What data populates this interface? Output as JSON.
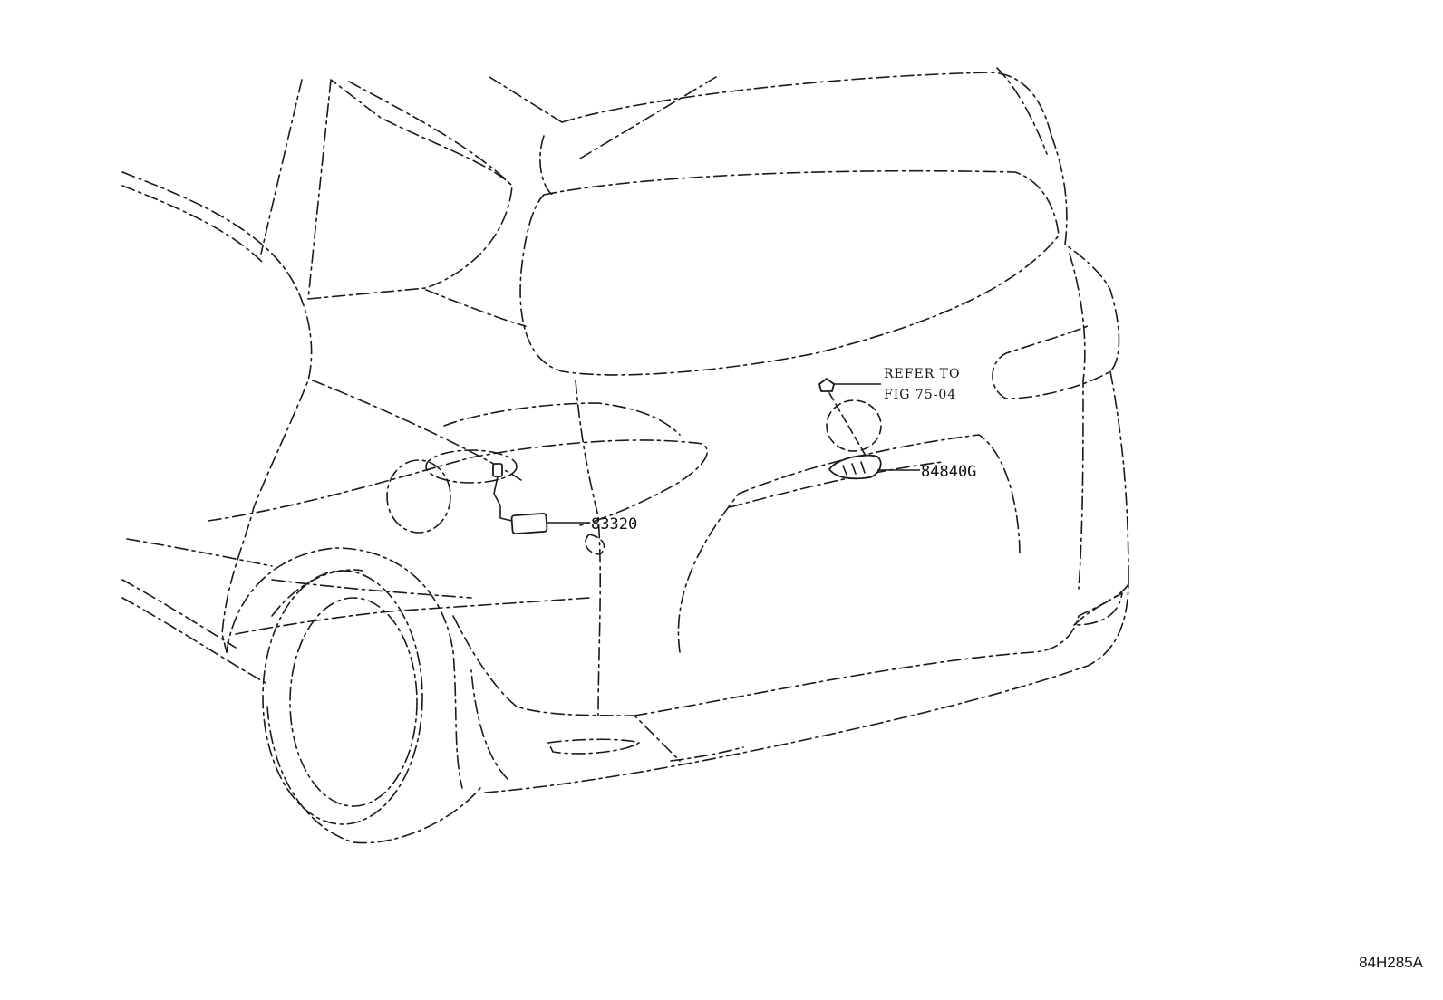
{
  "callouts": [
    {
      "id": "fuel-sender",
      "label": "83320"
    },
    {
      "id": "back-door-switch",
      "label": "84840G"
    }
  ],
  "reference_note": {
    "line1": "REFER TO",
    "line2": "FIG 75-04"
  },
  "figure_id": "84H285A"
}
